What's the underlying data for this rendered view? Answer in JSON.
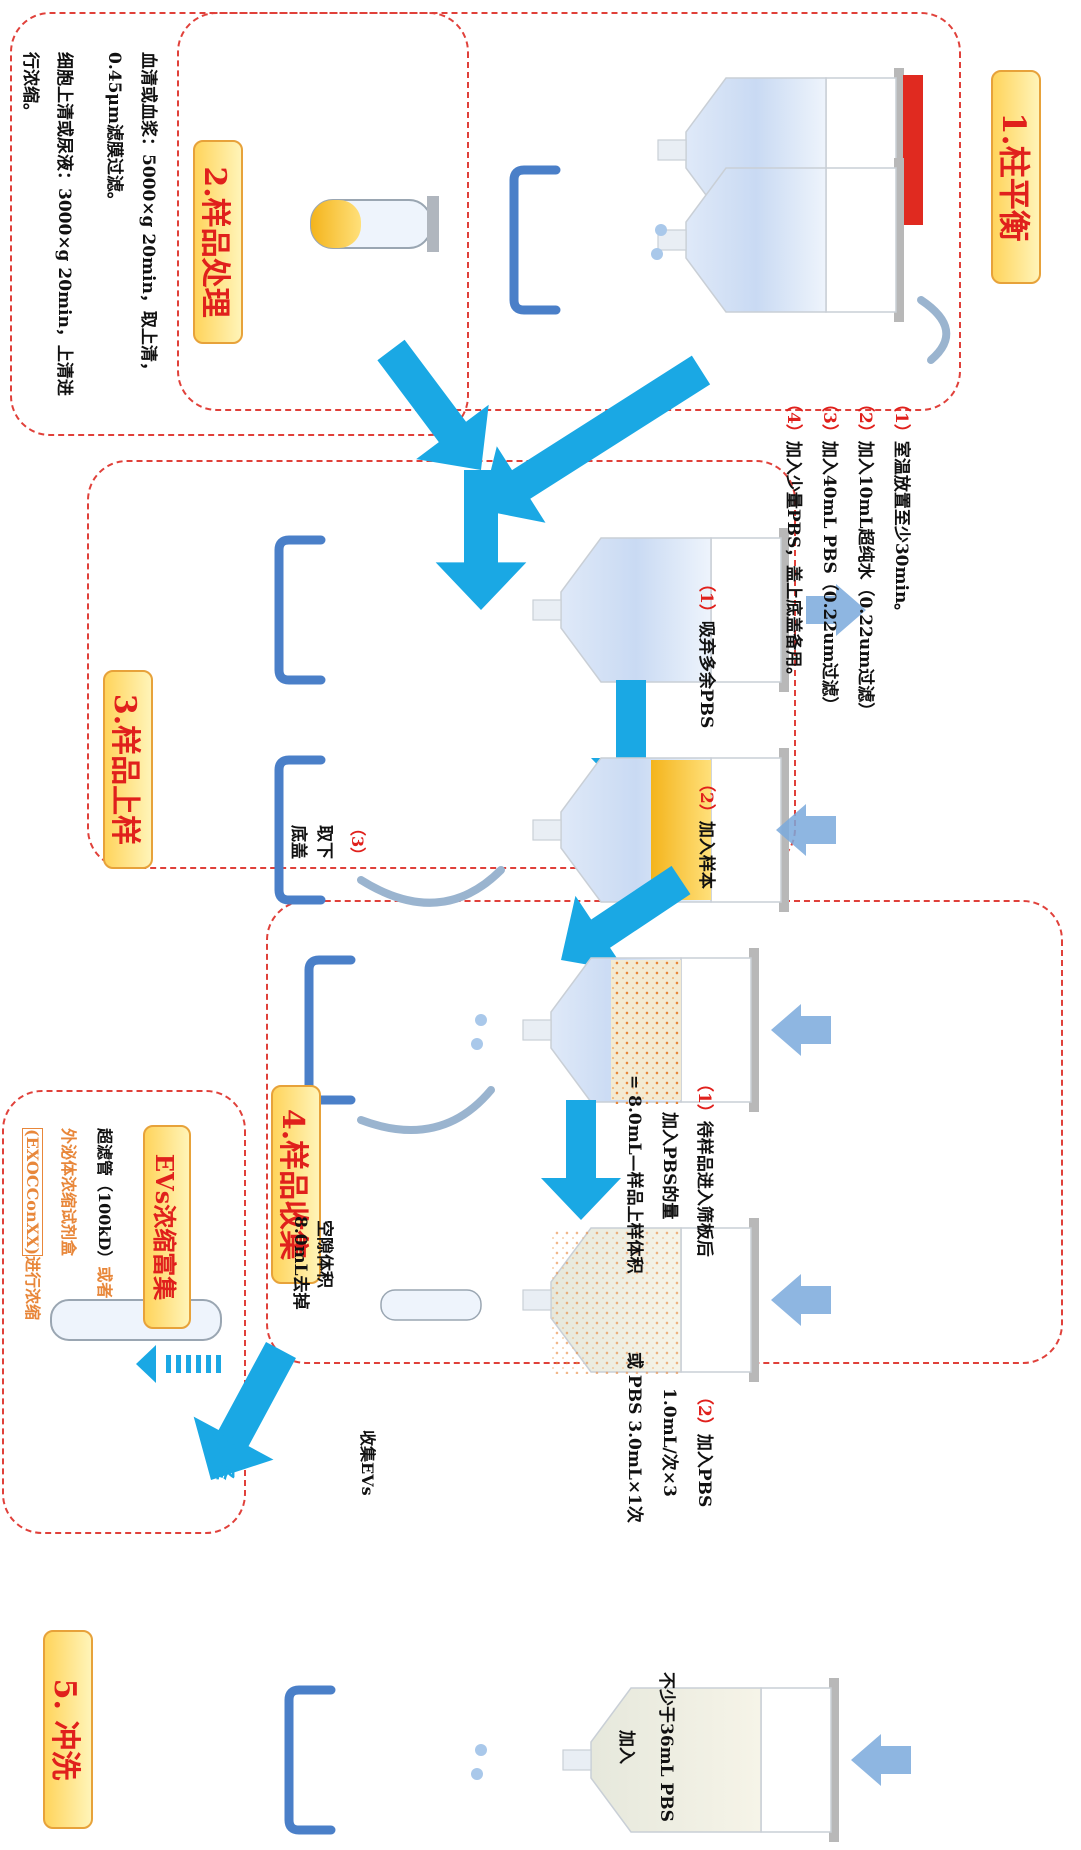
{
  "step1": {
    "title": "1.柱平衡",
    "items": [
      {
        "num": "（1）",
        "text": "室温放置至少30min。"
      },
      {
        "num": "（2）",
        "text": "加入10mL超纯水（0.22um过滤）"
      },
      {
        "num": "（3）",
        "text": "加入40mL PBS（0.22um过滤）"
      },
      {
        "num": "（4）",
        "text": "加入少量PBS，盖上底盖备用。"
      }
    ]
  },
  "step2": {
    "title": "2.样品处理",
    "lines": [
      "血清或血浆：5000×g  20min，取上清，",
      "0.45μm滤膜过滤。",
      "细胞上清或尿液：3000×g 20min，上清进",
      "行浓缩。"
    ]
  },
  "step3": {
    "title": "3.样品上样",
    "item1_num": "（1）",
    "item1_text": "吸弃多余PBS",
    "item2_num": "（2）",
    "item2_text": "加入样本",
    "item3_num": "（3）",
    "item3_text_a": "取下",
    "item3_text_b": "底盖"
  },
  "step4": {
    "title": "4.样品收集",
    "item1_num": "（1）",
    "item1_line1": "待样品进入筛板后",
    "item1_line2": "加入PBS的量",
    "item1_line3": "= 8.0mL—样品上样体积",
    "void_line1": "空隙体积",
    "void_line2": "8.0mL去掉",
    "item2_num": "（2）",
    "item2_line1": "加入PBS",
    "item2_line2": "1.0mL/次×3",
    "item2_line3": "或 PBS  3.0mL×1次",
    "collect": "收集EVs"
  },
  "step5": {
    "title": "5. 冲洗",
    "line1": "加入",
    "line2": "不少于36mL PBS"
  },
  "evs": {
    "title": "EVs浓缩富集",
    "line1_a": "超滤管（100kD）",
    "line1_b": "或者",
    "line2": "外泌体浓缩试剂盒",
    "line3_a": "(EXOCConXX)",
    "line3_b": "进行浓缩"
  },
  "choose": "选择",
  "colors": {
    "accent_red": "#e0201c",
    "dashed_border": "#e0403a",
    "arrow_blue": "#1aa8e4",
    "holder_blue": "#4a7fc8",
    "tag_fill": "#ffd45c"
  }
}
